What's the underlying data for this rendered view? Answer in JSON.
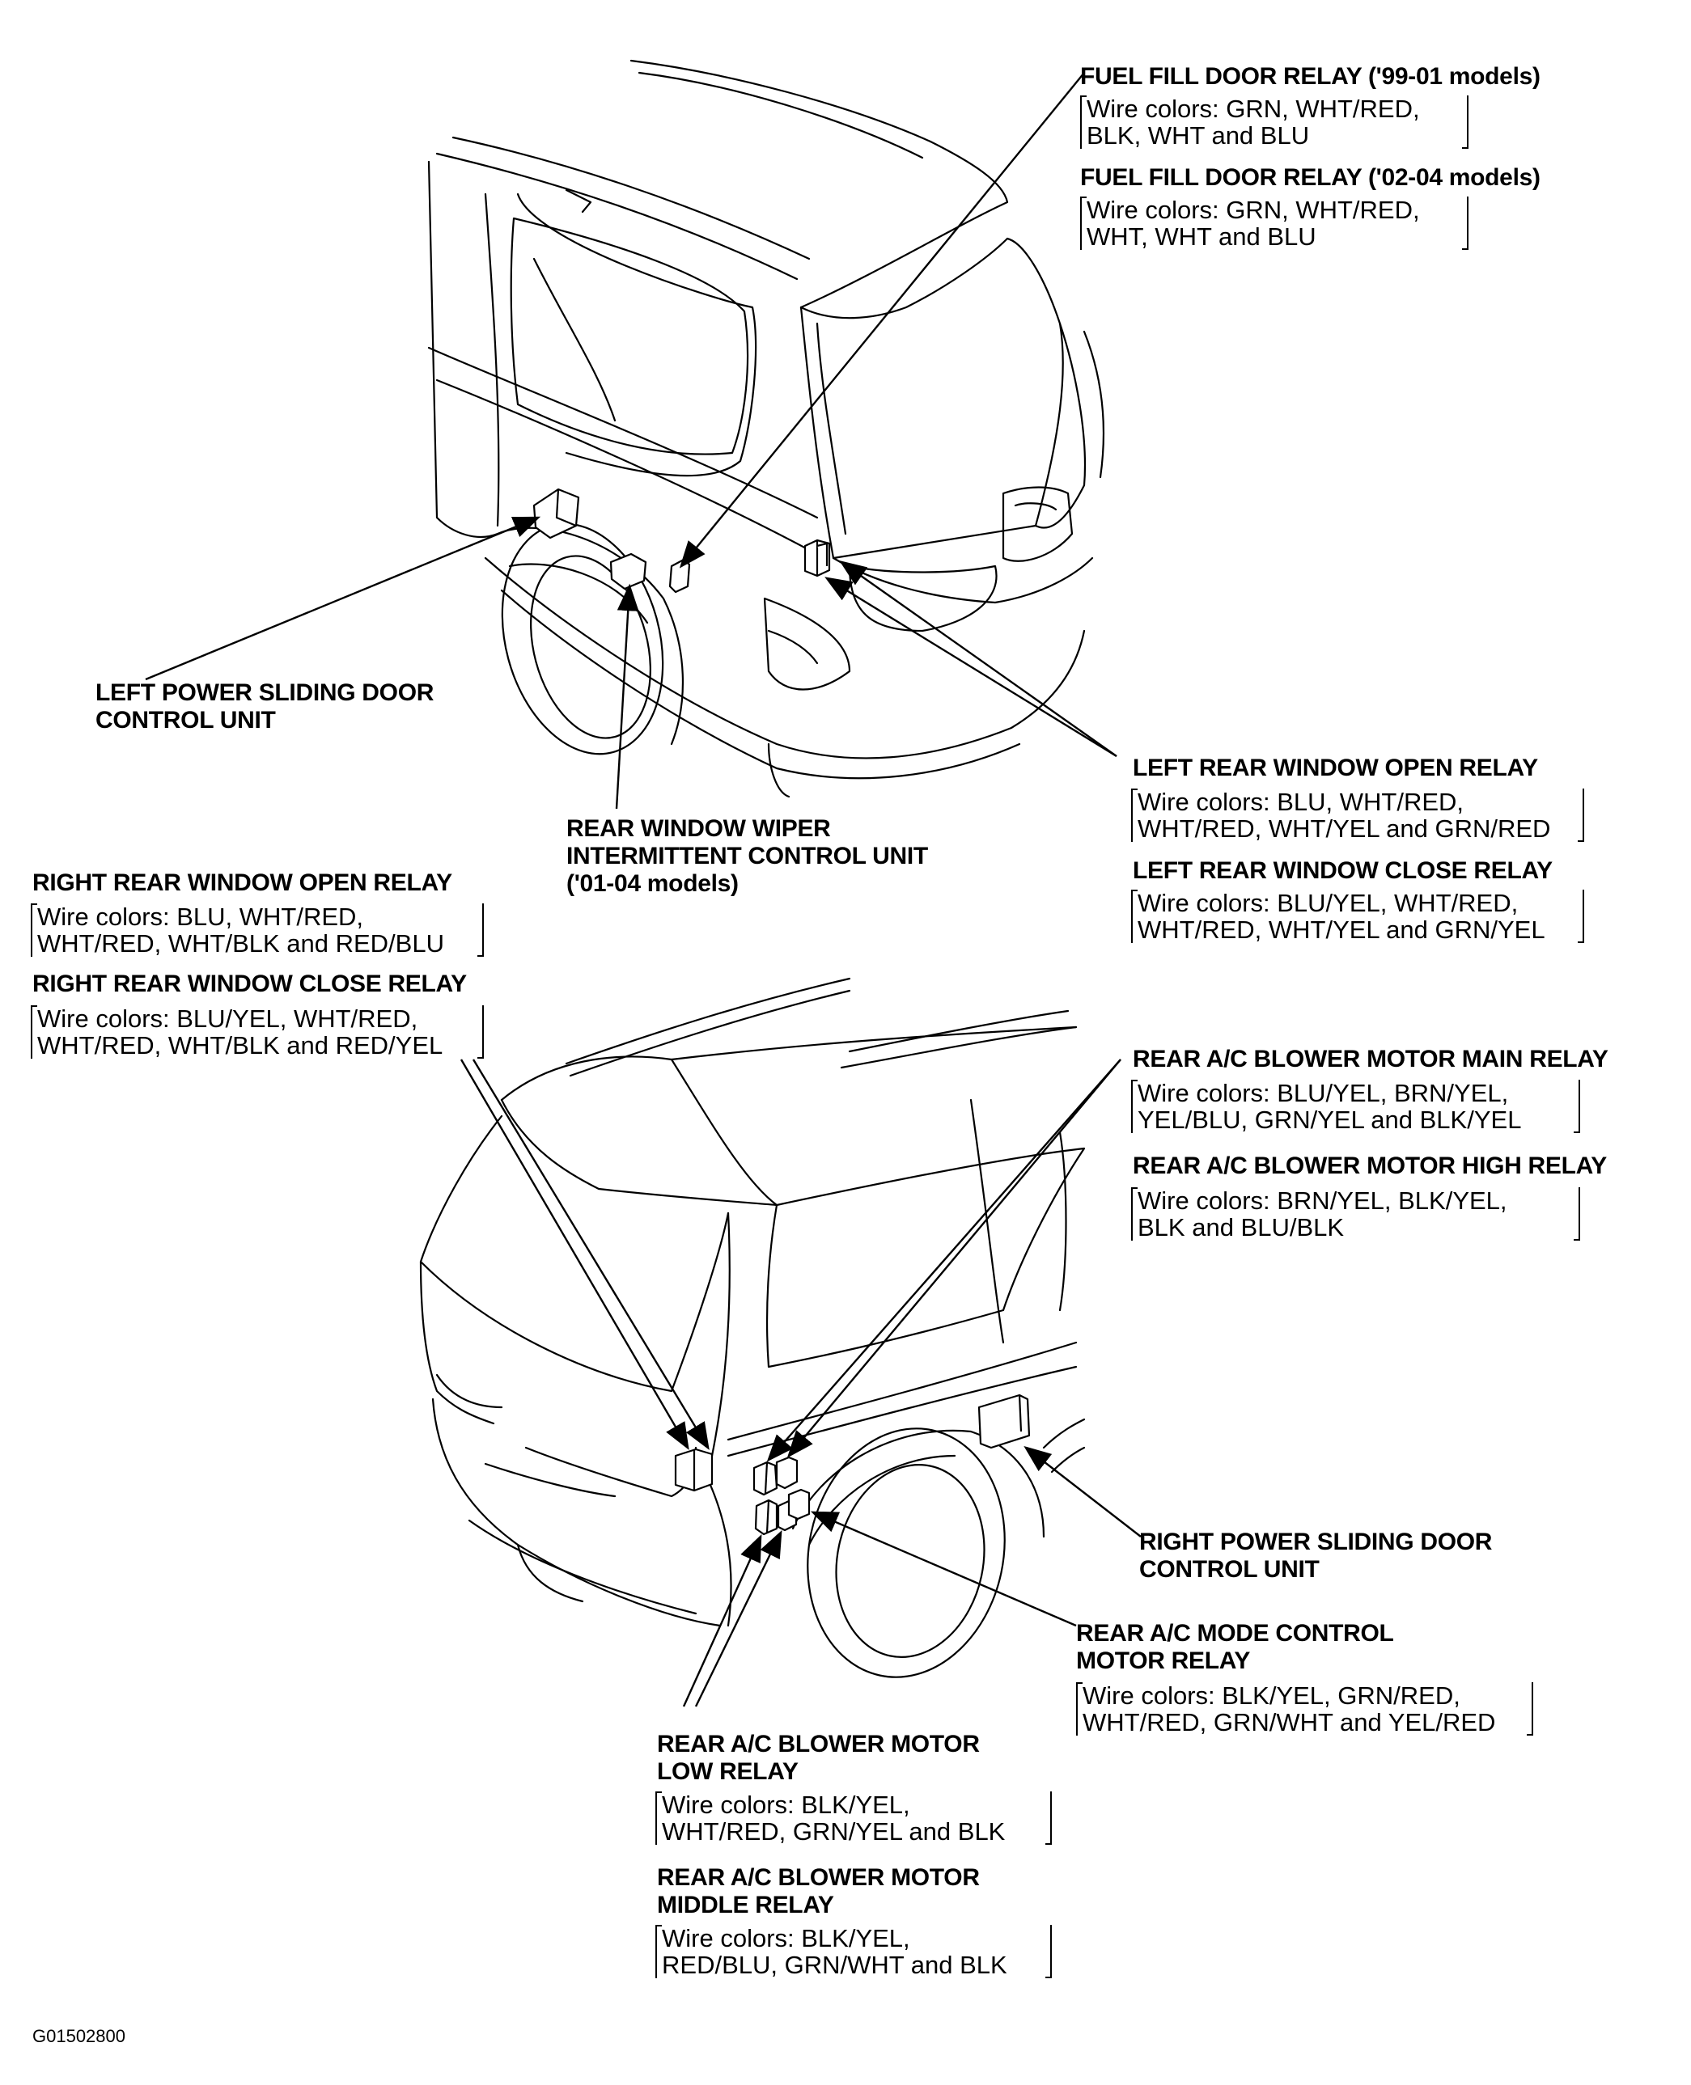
{
  "labels": {
    "fuel_fill_9901": {
      "title": "FUEL FILL DOOR RELAY ('99-01 models)",
      "wires": "Wire colors: GRN, WHT/RED,\nBLK, WHT and BLU"
    },
    "fuel_fill_0204": {
      "title": "FUEL FILL DOOR RELAY ('02-04 models)",
      "wires": "Wire colors: GRN, WHT/RED,\nWHT, WHT and BLU"
    },
    "left_power_sliding": {
      "title": "LEFT POWER SLIDING DOOR\nCONTROL UNIT"
    },
    "rear_wiper": {
      "title": "REAR WINDOW WIPER\nINTERMITTENT CONTROL UNIT\n('01-04 models)"
    },
    "left_rear_open": {
      "title": "LEFT REAR WINDOW OPEN RELAY",
      "wires": "Wire colors: BLU, WHT/RED,\nWHT/RED, WHT/YEL and GRN/RED"
    },
    "left_rear_close": {
      "title": "LEFT REAR WINDOW CLOSE RELAY",
      "wires": "Wire colors: BLU/YEL, WHT/RED,\nWHT/RED, WHT/YEL and GRN/YEL"
    },
    "right_rear_open": {
      "title": "RIGHT REAR WINDOW OPEN RELAY",
      "wires": "Wire colors: BLU, WHT/RED,\nWHT/RED, WHT/BLK and RED/BLU"
    },
    "right_rear_close": {
      "title": "RIGHT REAR WINDOW CLOSE RELAY",
      "wires": "Wire colors: BLU/YEL, WHT/RED,\nWHT/RED, WHT/BLK and RED/YEL"
    },
    "blower_main": {
      "title": "REAR A/C BLOWER MOTOR MAIN RELAY",
      "wires": "Wire colors: BLU/YEL, BRN/YEL,\nYEL/BLU, GRN/YEL and BLK/YEL"
    },
    "blower_high": {
      "title": "REAR A/C BLOWER MOTOR HIGH RELAY",
      "wires": "Wire colors: BRN/YEL, BLK/YEL,\nBLK and BLU/BLK"
    },
    "right_power_sliding": {
      "title": "RIGHT POWER SLIDING DOOR\nCONTROL UNIT"
    },
    "mode_control": {
      "title": "REAR A/C MODE CONTROL\nMOTOR RELAY",
      "wires": "Wire colors: BLK/YEL, GRN/RED,\nWHT/RED, GRN/WHT and YEL/RED"
    },
    "blower_low": {
      "title": "REAR A/C BLOWER MOTOR\nLOW RELAY",
      "wires": "Wire colors: BLK/YEL,\nWHT/RED, GRN/YEL and BLK"
    },
    "blower_middle": {
      "title": "REAR A/C BLOWER MOTOR\nMIDDLE RELAY",
      "wires": "Wire colors: BLK/YEL,\nRED/BLU, GRN/WHT and BLK"
    }
  },
  "figure_code": "G01502800"
}
